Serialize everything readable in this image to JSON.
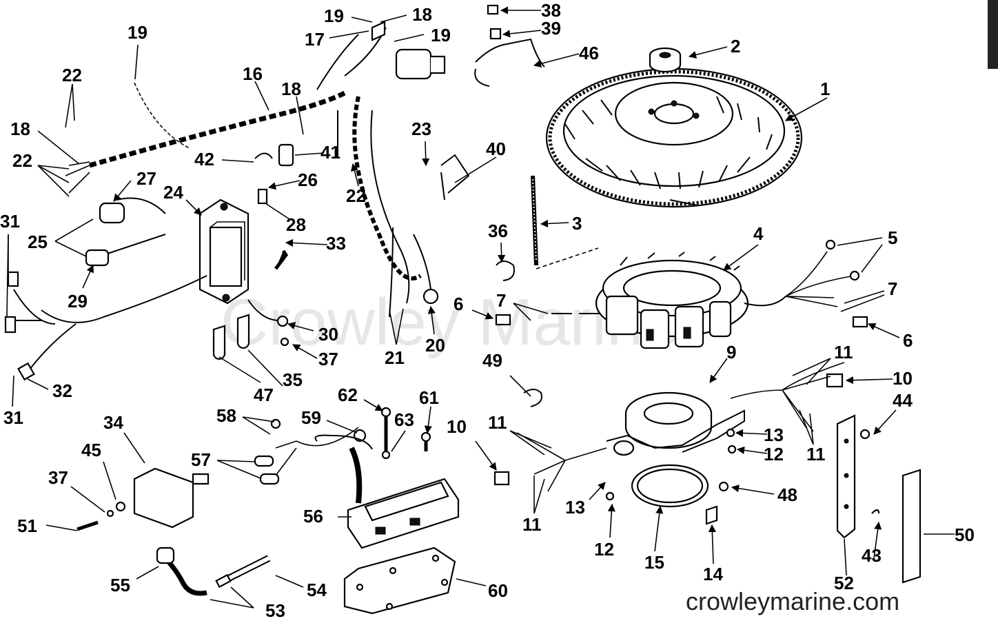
{
  "watermark": "Crowley Marine",
  "site": "crowleymarine.com",
  "callouts": [
    "1",
    "2",
    "3",
    "4",
    "5",
    "5",
    "6",
    "6",
    "7",
    "7",
    "7",
    "9",
    "10",
    "10",
    "11",
    "11",
    "11",
    "11",
    "11",
    "12",
    "12",
    "13",
    "13",
    "14",
    "15",
    "16",
    "17",
    "18",
    "18",
    "18",
    "19",
    "19",
    "19",
    "20",
    "21",
    "22",
    "22",
    "22",
    "23",
    "24",
    "25",
    "26",
    "27",
    "28",
    "29",
    "30",
    "31",
    "31",
    "32",
    "33",
    "34",
    "35",
    "36",
    "37",
    "37",
    "38",
    "39",
    "40",
    "41",
    "42",
    "43",
    "44",
    "45",
    "46",
    "47",
    "48",
    "49",
    "50",
    "51",
    "52",
    "53",
    "54",
    "55",
    "56",
    "57",
    "58",
    "59",
    "60",
    "61",
    "62",
    "63"
  ]
}
